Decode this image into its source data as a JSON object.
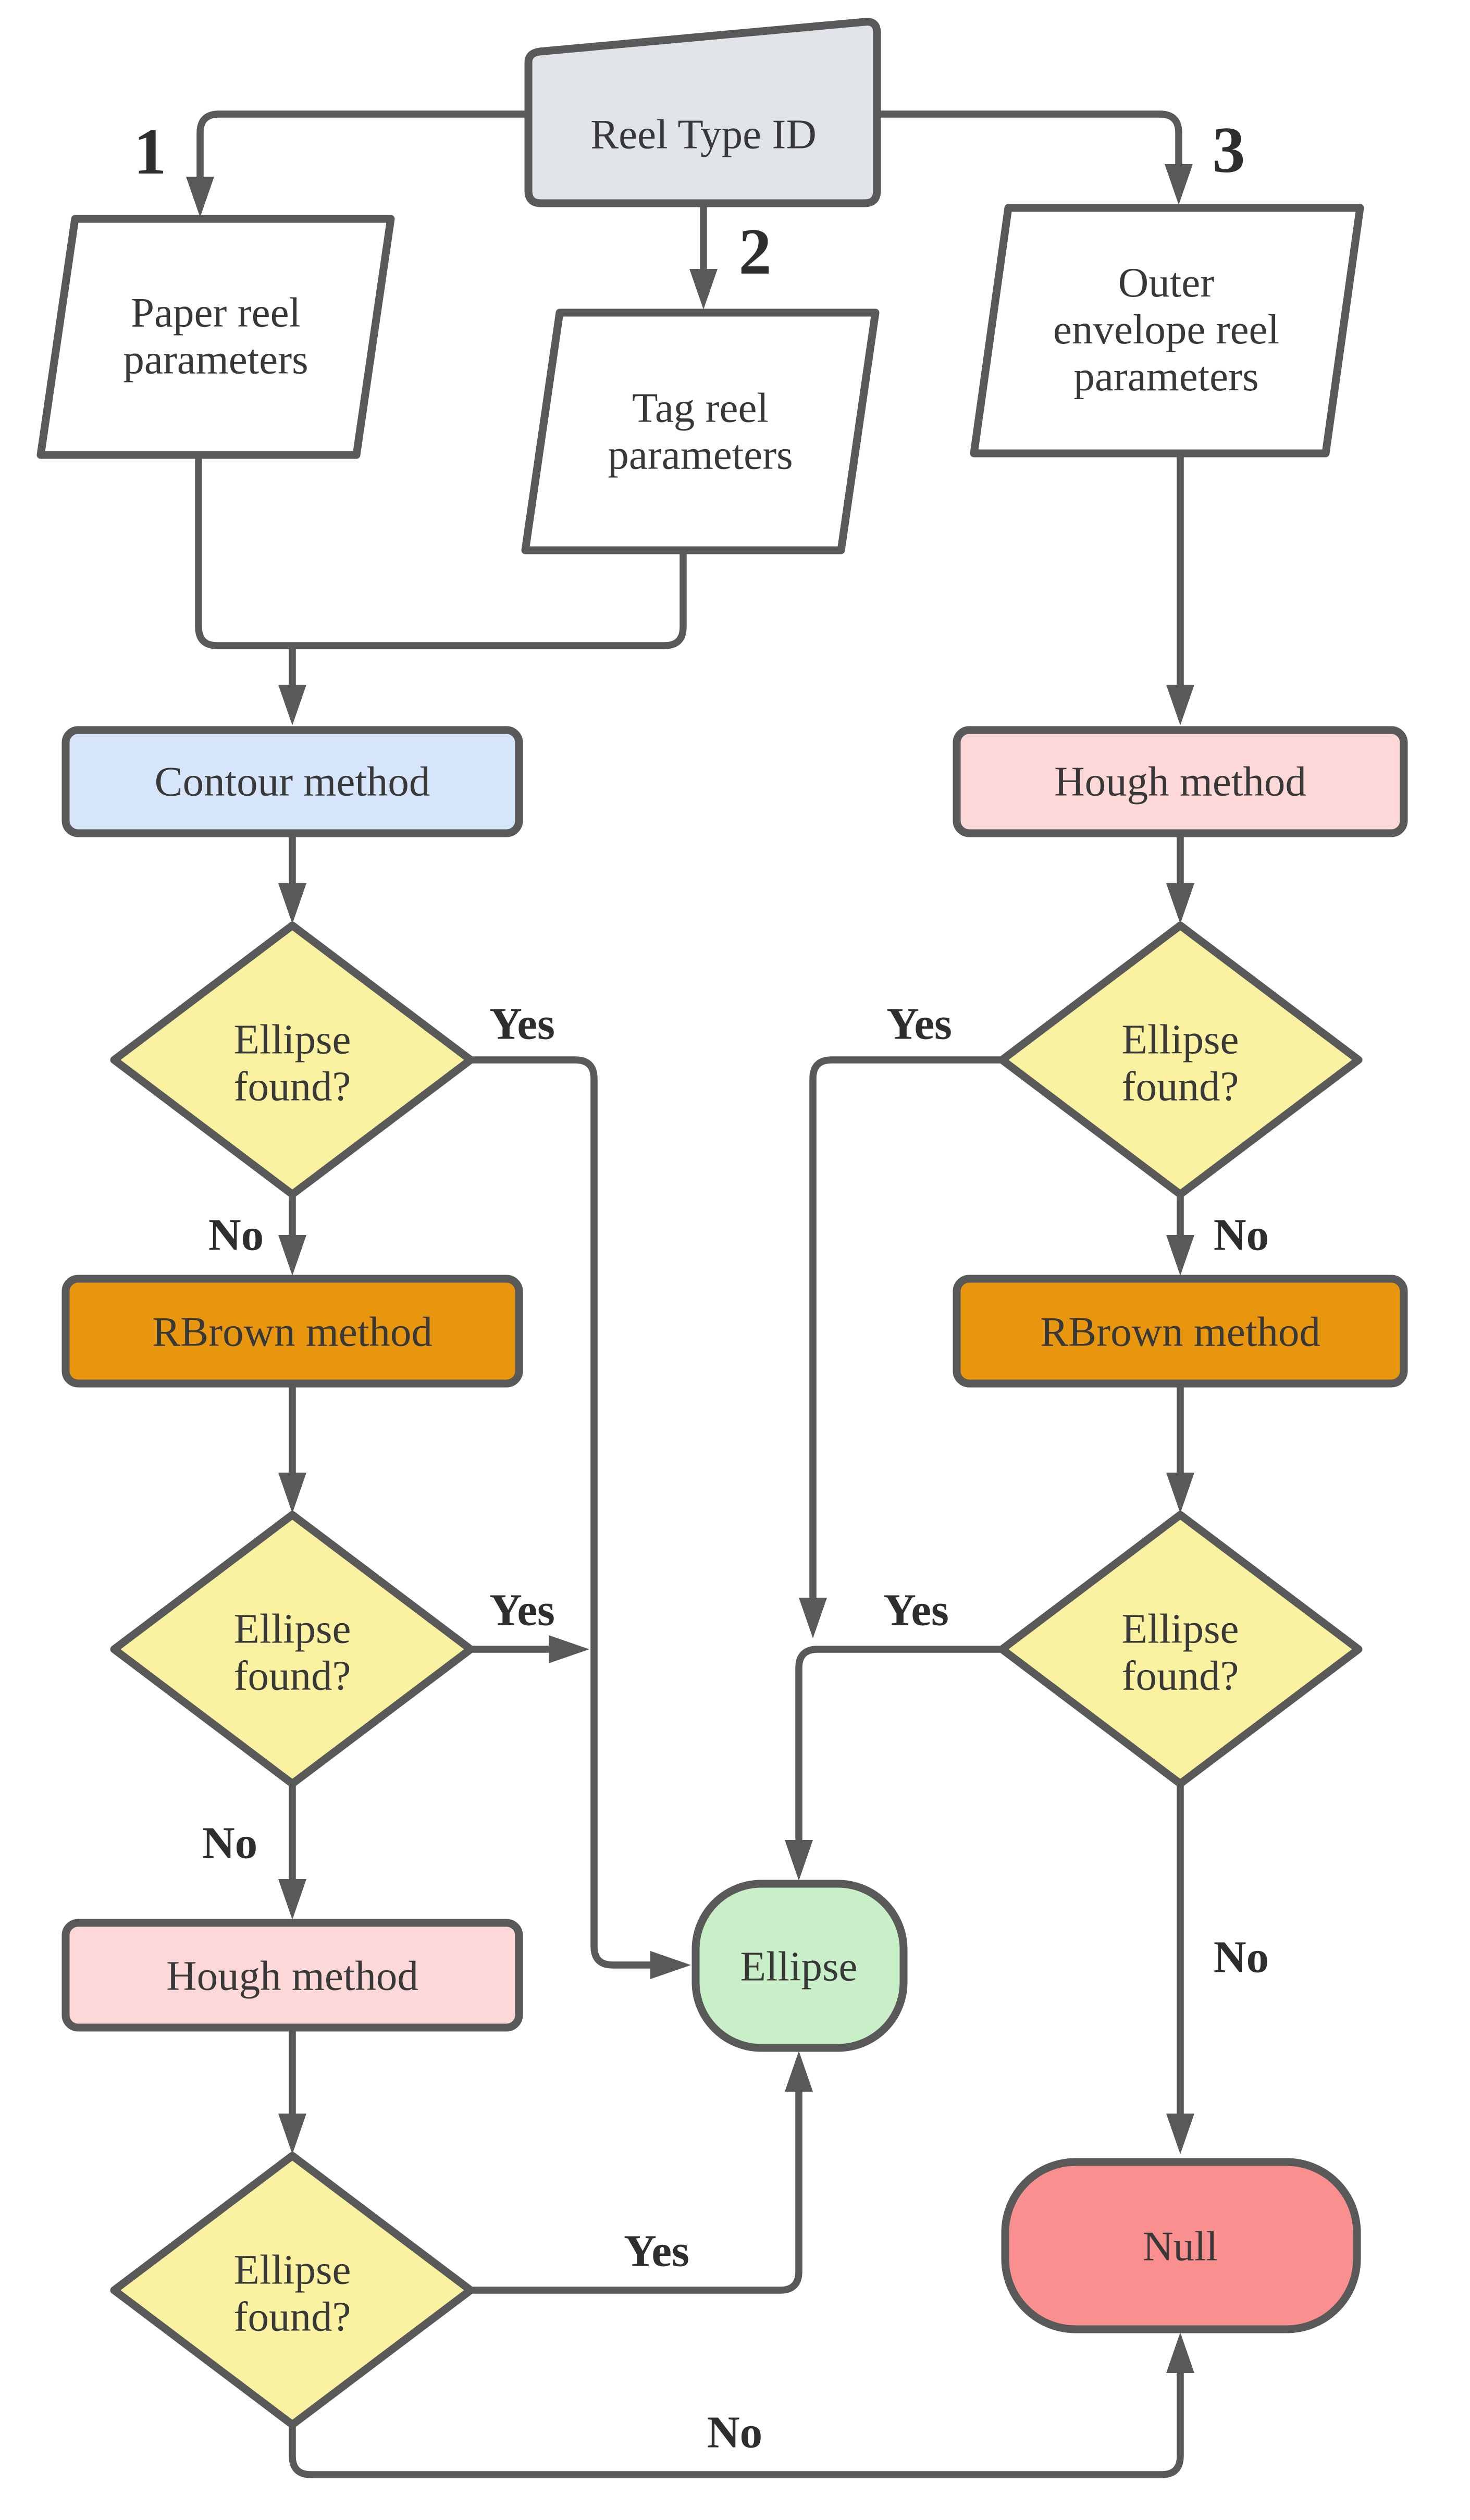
{
  "colors": {
    "line": "#595959",
    "text": "#383838",
    "label_text": "#2e2e2e",
    "reel_type_fill": "#e0e4e9",
    "io_fill": "#ffffff",
    "contour_fill": "#d6e5fa",
    "hough_fill": "#fcd8d8",
    "decision_fill": "#faf2a1",
    "rbrown_fill": "#e8960e",
    "ellipse_fill": "#c9efc9",
    "null_fill": "#f98f8f"
  },
  "nodes": {
    "reel_type_id": {
      "label": "Reel Type ID"
    },
    "paper_reel": {
      "label": "Paper reel\nparameters"
    },
    "tag_reel": {
      "label": "Tag reel\nparameters"
    },
    "outer_reel": {
      "label": "Outer\nenvelope reel\nparameters"
    },
    "contour_method": {
      "label": "Contour method"
    },
    "hough_method": {
      "label": "Hough method"
    },
    "rbrown_method": {
      "label": "RBrown method"
    },
    "decision": {
      "label": "Ellipse\nfound?"
    },
    "ellipse_result": {
      "label": "Ellipse"
    },
    "null_result": {
      "label": "Null"
    }
  },
  "branches": {
    "one": "1",
    "two": "2",
    "three": "3"
  },
  "edge_labels": {
    "yes": "Yes",
    "no": "No"
  }
}
